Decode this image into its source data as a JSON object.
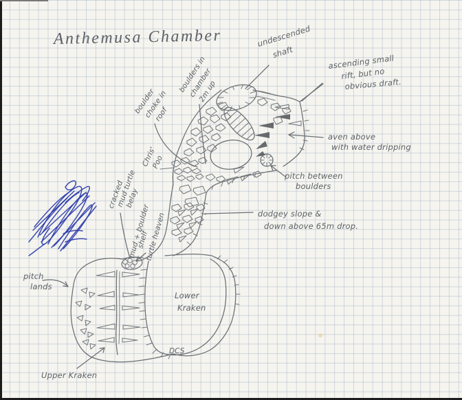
{
  "page": {
    "paper_color": "#f5f4ef",
    "grid_color": "#91a5bc",
    "pencil_color": "#6b6e72",
    "ink_color": "#3240ad"
  },
  "title": {
    "text": "Anthemusa Chamber"
  },
  "labels": {
    "undescended": {
      "l1": "undescended",
      "l2": "shaft"
    },
    "rift": {
      "l1": "ascending small",
      "l2": "rift, but no",
      "l3": "obvious draft."
    },
    "aven": {
      "l1": "aven above",
      "l2": "with water dripping"
    },
    "pitch_boulders": {
      "l1": "pitch between",
      "l2": "boulders"
    },
    "dodgey": {
      "l1": "dodgey slope &",
      "l2": "down above 65m drop."
    },
    "choke": {
      "l1": "boulder",
      "l2": "choke in",
      "l3": "roof"
    },
    "chamber2m": {
      "l1": "boulders in",
      "l2": "chamber",
      "l3": "2m up"
    },
    "chris": {
      "l1": "Chris'",
      "l2": "Poo"
    },
    "cracked": {
      "l1": "cracked",
      "l2": "mud turtle",
      "l3": "belay"
    },
    "shelf": {
      "l1": "mud + boulder",
      "l2": "shelf",
      "l3": "turtle heaven"
    },
    "pitch_lands": {
      "l1": "pitch",
      "l2": "lands"
    },
    "lower_kraken": {
      "l1": "Lower",
      "l2": "Kraken"
    },
    "upper_kraken": {
      "text": "Upper Kraken"
    },
    "initials": {
      "text": "DCS"
    }
  }
}
